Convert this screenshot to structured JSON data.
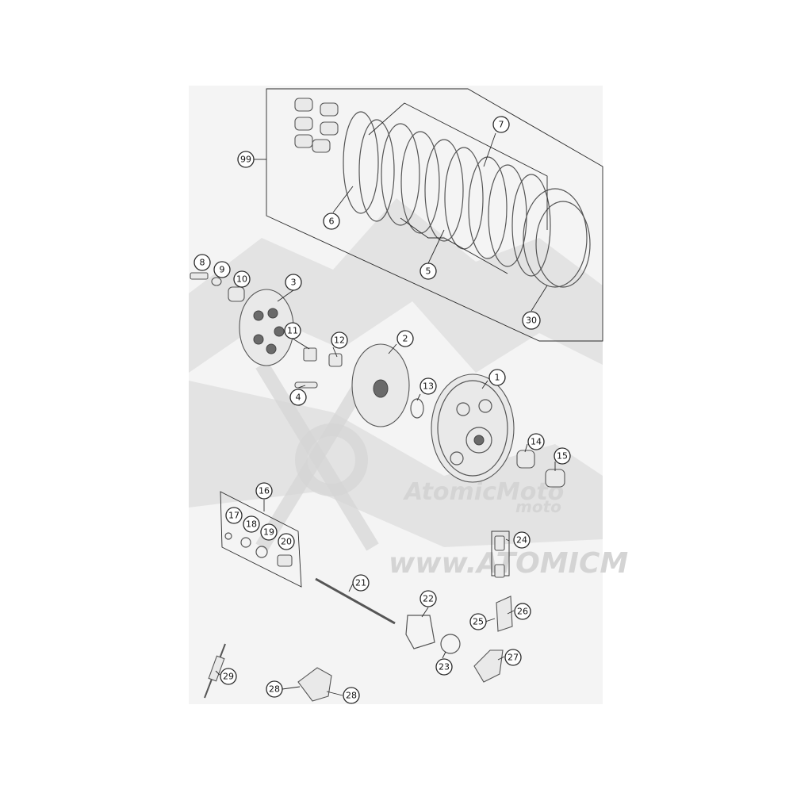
{
  "diagram": {
    "callouts": [
      "99",
      "7",
      "6",
      "5",
      "30",
      "8",
      "9",
      "10",
      "3",
      "11",
      "12",
      "2",
      "4",
      "13",
      "1",
      "14",
      "15",
      "16",
      "17",
      "18",
      "19",
      "20",
      "24",
      "21",
      "22",
      "25",
      "26",
      "23",
      "27",
      "29",
      "28",
      "28"
    ],
    "watermark": {
      "brand": "AtomicMoto",
      "logo_text": "moto",
      "url_text": "www.ATOMICM"
    }
  }
}
